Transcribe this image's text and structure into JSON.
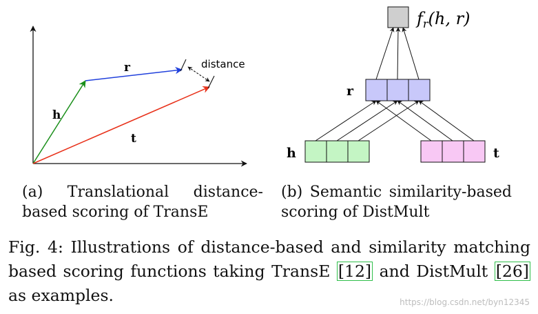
{
  "panel_a": {
    "vector_h": "h",
    "vector_r": "r",
    "vector_t": "t",
    "distance_label": "distance",
    "caption": "(a) Translational distance-based scoring of TransE"
  },
  "panel_b": {
    "input_h": "h",
    "input_r": "r",
    "input_t": "t",
    "output_fn": "f",
    "output_subscript": "r",
    "output_args": "(h, r)",
    "caption": "(b) Semantic similarity-based scoring of DistMult"
  },
  "caption": {
    "prefix": "Fig. 4: Illustrations of distance-based and similarity matching based scoring functions taking TransE ",
    "cite1": "[12]",
    "middle": " and DistMult ",
    "cite2": "[26]",
    "suffix": " as examples."
  },
  "watermark": "https://blog.csdn.net/byn12345",
  "colors": {
    "h_arrow": "#1a8f1a",
    "r_arrow": "#1f3fdc",
    "t_arrow": "#e8311a",
    "h_box": "#c4f5c4",
    "r_box": "#c8c8fa",
    "t_box": "#f8c8f4",
    "output_box": "#cfcfcf",
    "cite_border": "#2fbf4a"
  }
}
